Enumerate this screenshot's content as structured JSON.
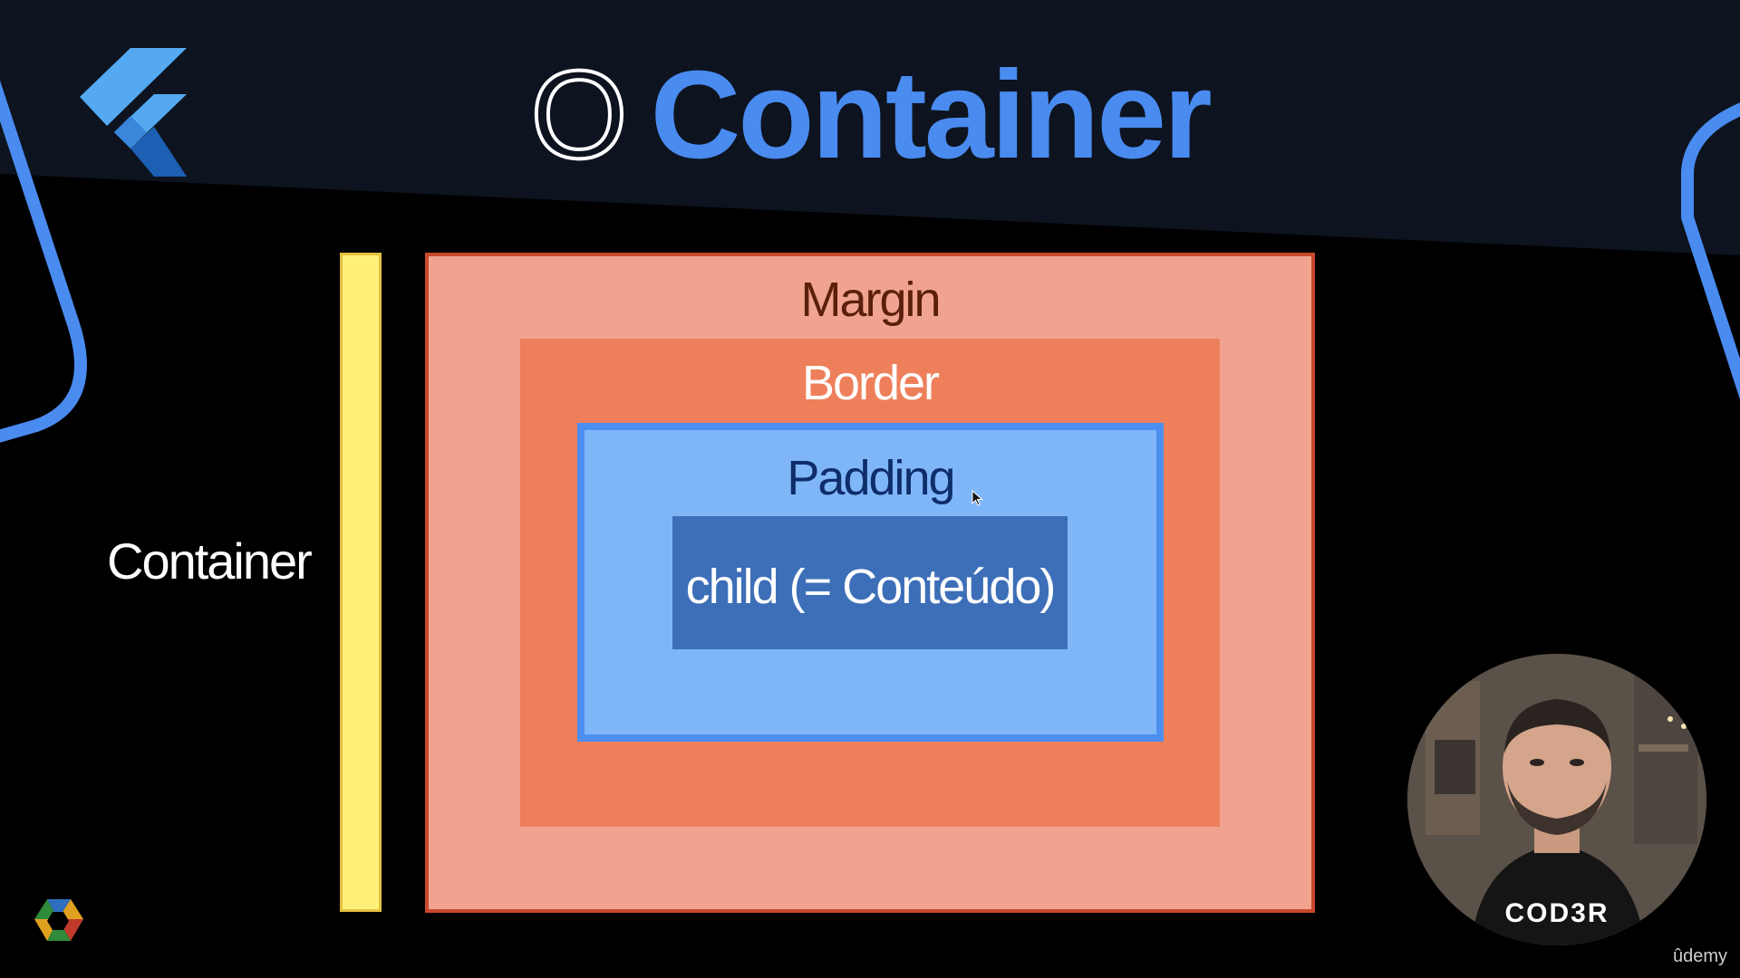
{
  "slide": {
    "title_prefix": "O",
    "title_main": "Container",
    "side_label": "Container"
  },
  "diagram": {
    "margin_label": "Margin",
    "border_label": "Border",
    "padding_label": "Padding",
    "child_label": "child (= Conteúdo)"
  },
  "overlay": {
    "presenter_shirt_text": "COD3R",
    "watermark": "ûdemy"
  },
  "colors": {
    "background": "#000000",
    "header_band": "#0d1420",
    "accent_blue": "#4a8bf0",
    "margin_fill": "#f0a48f",
    "border_fill": "#ee7f5b",
    "padding_fill": "#7fb6f7",
    "child_fill": "#3d6fb8",
    "container_bar": "#fff07a"
  },
  "icons": [
    "flutter-logo-icon",
    "cod3r-logo-icon",
    "mouse-cursor-icon"
  ]
}
